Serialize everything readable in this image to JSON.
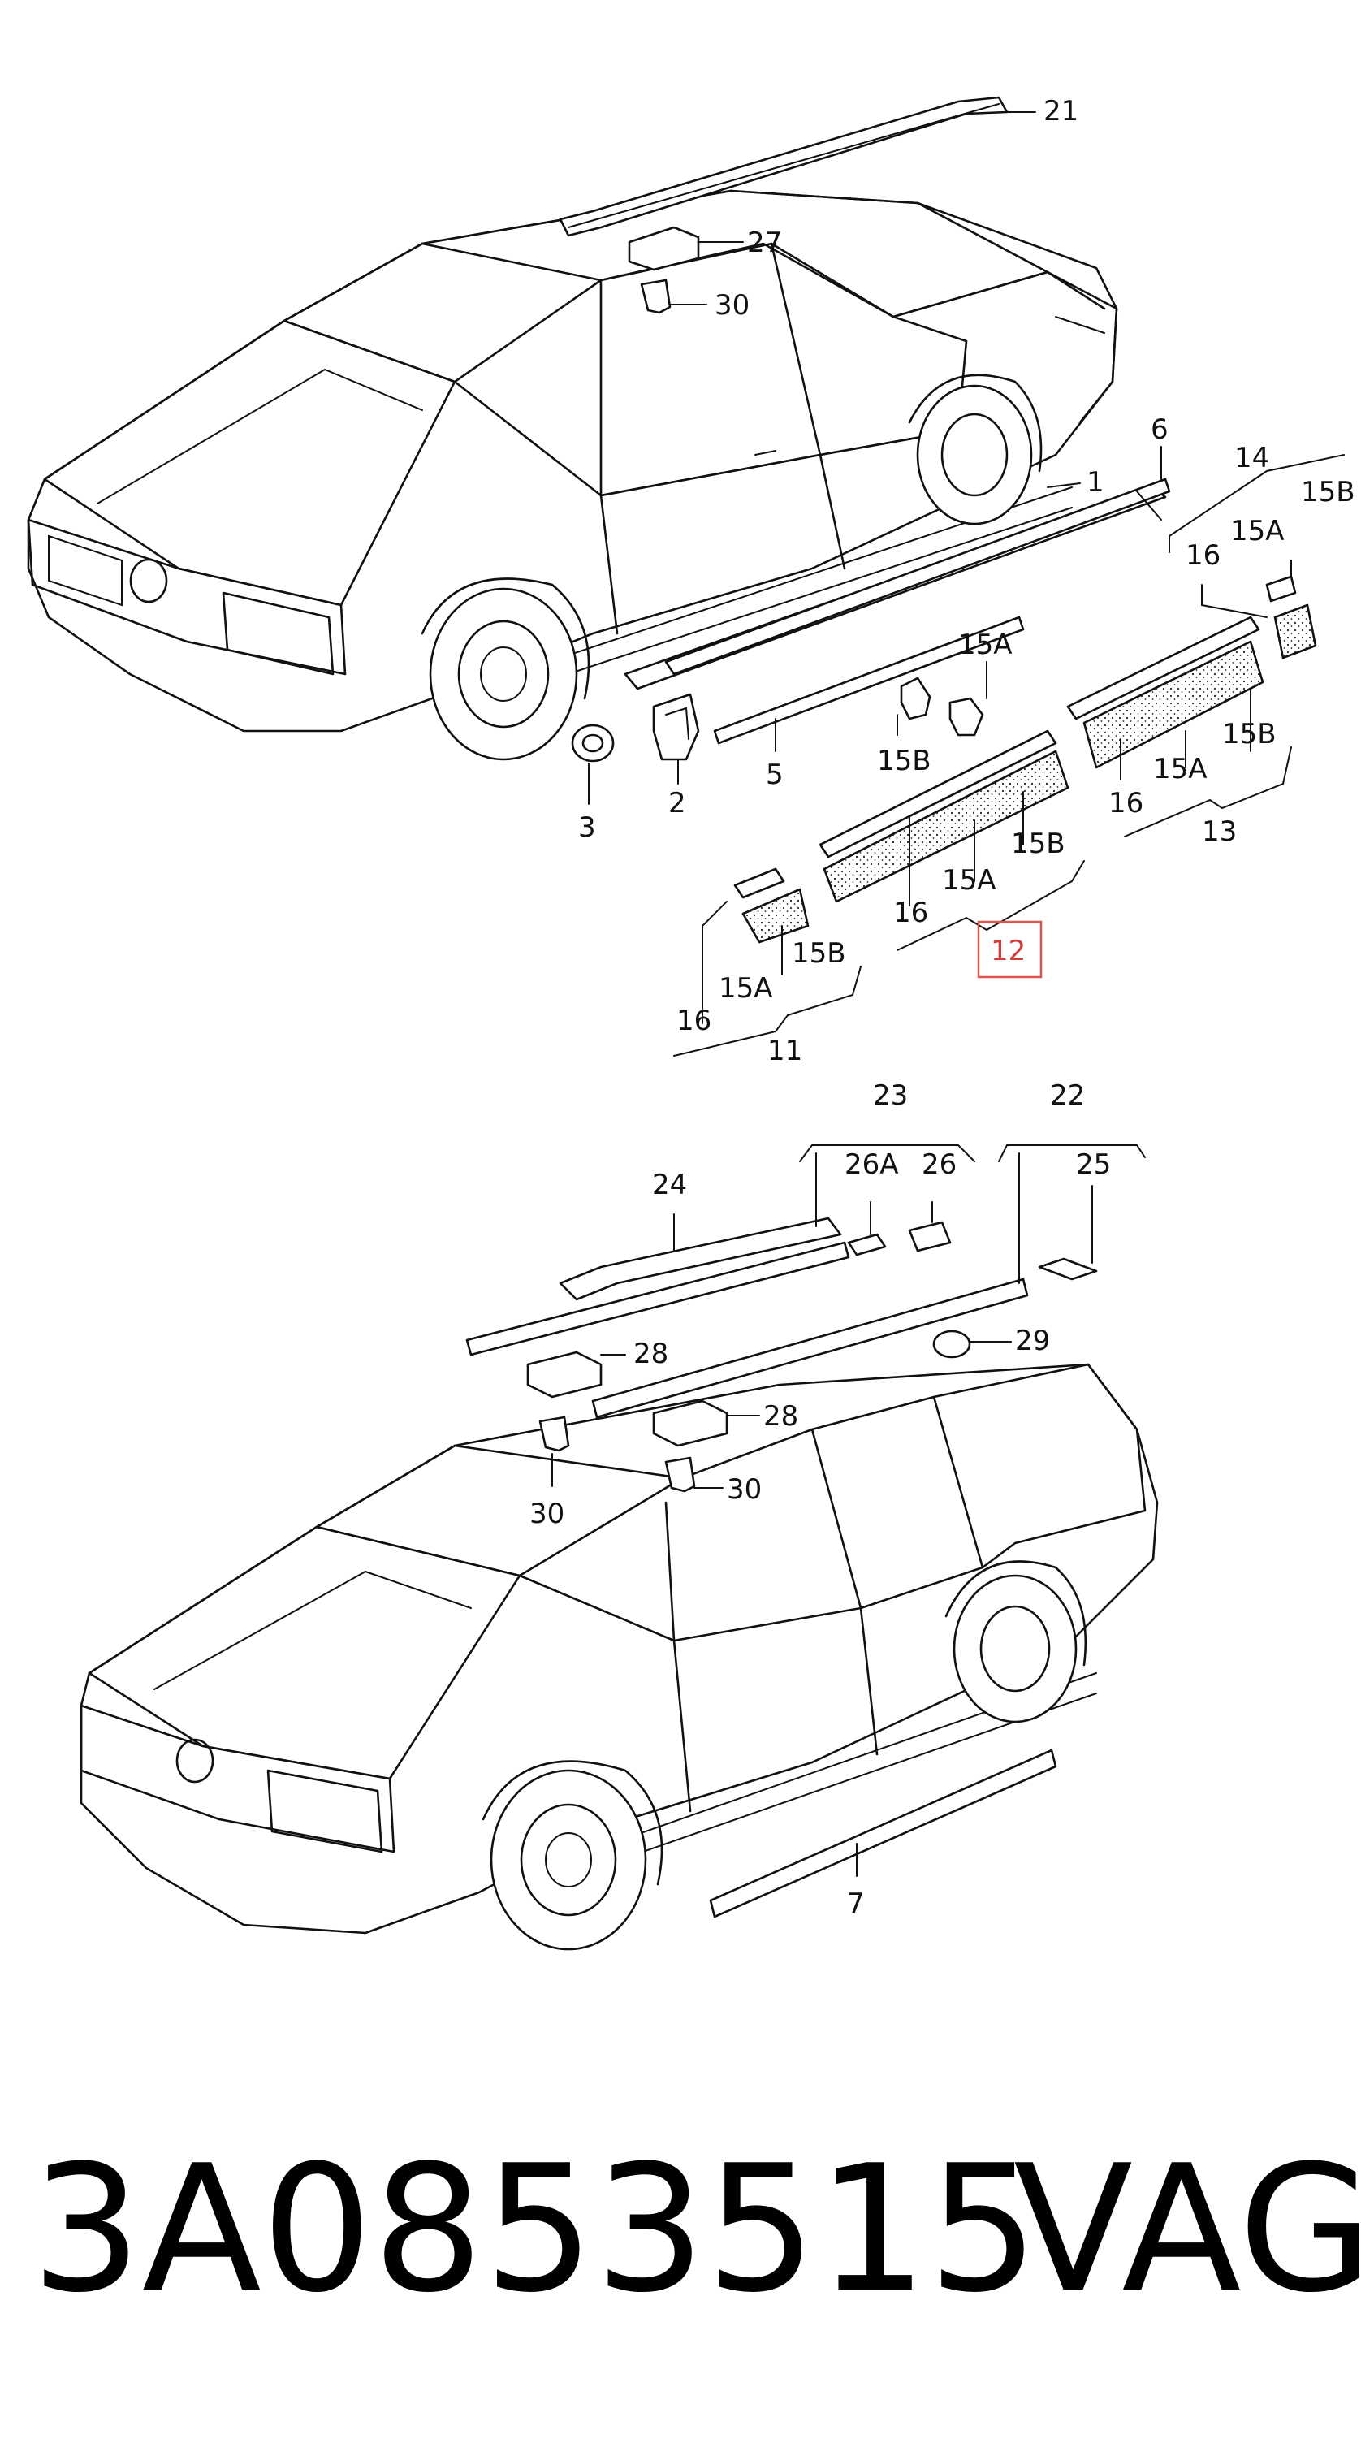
{
  "callouts": {
    "c21": "21",
    "c27": "27",
    "c30a": "30",
    "c6": "6",
    "c1": "1",
    "c14": "14",
    "c15B_top": "15B",
    "c15A_top": "15A",
    "c16_top": "16",
    "c15A_clip": "15A",
    "c15B_clip": "15B",
    "c3": "3",
    "c2": "2",
    "c5": "5",
    "c16_13": "16",
    "c15A_13": "15A",
    "c15B_13": "15B",
    "c13": "13",
    "c16_12": "16",
    "c15A_12": "15A",
    "c15B_12": "15B",
    "c12": "12",
    "c16_11": "16",
    "c15A_11": "15A",
    "c15B_11": "15B",
    "c11": "11",
    "c23": "23",
    "c22": "22",
    "c24": "24",
    "c26A": "26A",
    "c26": "26",
    "c25": "25",
    "c28a": "28",
    "c29": "29",
    "c28b": "28",
    "c30b": "30",
    "c30c": "30",
    "c7": "7"
  },
  "footer": {
    "part_number": "3A0853515",
    "brand": "VAG"
  },
  "colors": {
    "ink": "#111111",
    "highlight": "#d9534f"
  }
}
